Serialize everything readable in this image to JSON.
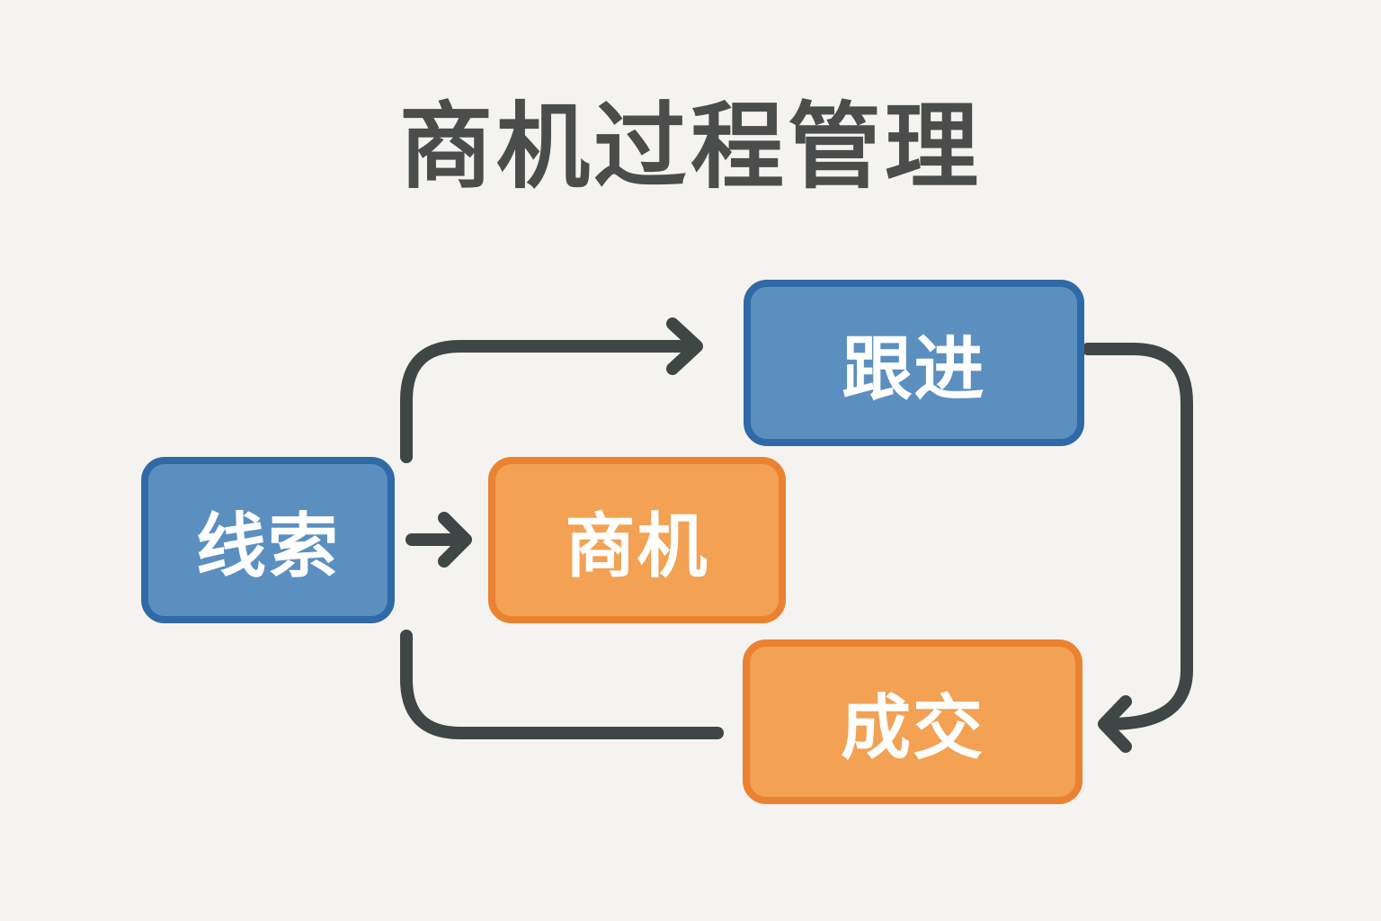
{
  "title": "商机过程管理",
  "nodes": {
    "lead": "线索",
    "opportunity": "商机",
    "follow_up": "跟进",
    "deal": "成交"
  },
  "colors": {
    "background": "#f5f3ef",
    "blue_fill": "#5b8fc0",
    "blue_border": "#2f6aa6",
    "orange_fill": "#f3a153",
    "orange_border": "#ea8231",
    "arrow": "#3f4646",
    "title": "#4a4d4c"
  }
}
